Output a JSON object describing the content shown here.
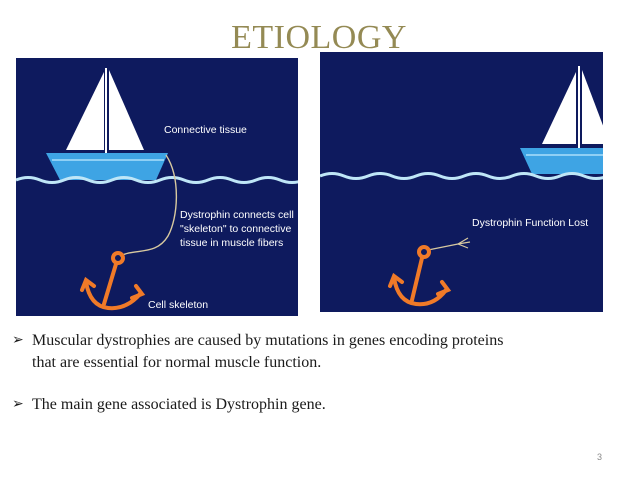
{
  "slide": {
    "title": "ETIOLOGY",
    "page_number": "3",
    "bullet_marker": "➢"
  },
  "left_panel": {
    "labels": {
      "connective_tissue": "Connective tissue",
      "dystrophin_line1": "Dystrophin connects cell",
      "dystrophin_line2": "\"skeleton\" to connective",
      "dystrophin_line3": "tissue in muscle fibers",
      "cell_skeleton": "Cell skeleton"
    },
    "icons": [
      "sailboat-icon",
      "anchor-icon",
      "wave-line"
    ]
  },
  "right_panel": {
    "labels": {
      "function_lost": "Dystrophin Function Lost"
    },
    "icons": [
      "sailboat-icon",
      "anchor-icon",
      "wave-line"
    ]
  },
  "colors": {
    "panel_bg": "#0e1a5e",
    "hull": "#3ea4e4",
    "sail": "#ffffff",
    "wave": "#bfe6f7",
    "anchor": "#f07a28",
    "title": "#948a54"
  },
  "bullets": [
    {
      "line1": "Muscular dystrophies are caused by mutations in genes encoding proteins",
      "line2": "that are essential for normal muscle function."
    },
    {
      "line1": "The main gene associated is Dystrophin gene."
    }
  ]
}
